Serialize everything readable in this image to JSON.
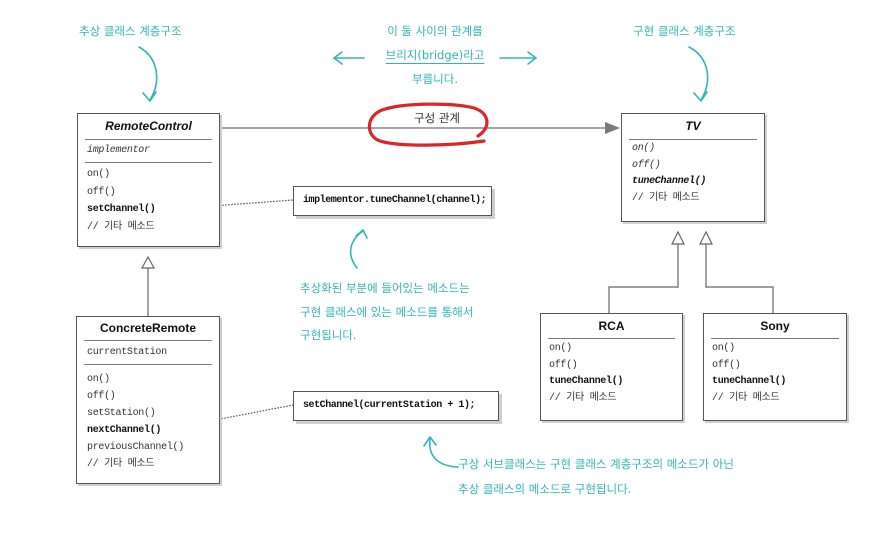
{
  "annotations": {
    "abstraction_hierarchy": "추상 클래스 계층구조",
    "implementation_hierarchy": "구현 클래스 계층구조",
    "bridge": [
      "이 둘 사이의 관계를",
      "브리지(bridge)라고",
      "부릅니다."
    ],
    "delegation": [
      "추상화된 부분에 들어있는 메소드는",
      "구현 클래스에 있는 메소드를 통해서",
      "구현됩니다."
    ],
    "refined_abstraction": [
      "구상 서브클래스는 구현 클래스 계층구조의 메소드가 아닌",
      "추상 클래스의 메소드로 구현됩니다."
    ]
  },
  "relationship": {
    "composition_label": "구성 관계"
  },
  "classes": {
    "remote_control": {
      "name": "RemoteControl",
      "attributes": [
        "implementor"
      ],
      "methods": [
        "on()",
        "off()",
        "setChannel()",
        "// 기타 메소드"
      ]
    },
    "concrete_remote": {
      "name": "ConcreteRemote",
      "attributes": [
        "currentStation"
      ],
      "methods": [
        "on()",
        "off()",
        "setStation()",
        "nextChannel()",
        "previousChannel()",
        "// 기타 메소드"
      ]
    },
    "tv": {
      "name": "TV",
      "methods": [
        "on()",
        "off()",
        "tuneChannel()",
        "// 기타 메소드"
      ]
    },
    "rca": {
      "name": "RCA",
      "methods": [
        "on()",
        "off()",
        "tuneChannel()",
        "// 기타 메소드"
      ]
    },
    "sony": {
      "name": "Sony",
      "methods": [
        "on()",
        "off()",
        "tuneChannel()",
        "// 기타 메소드"
      ]
    }
  },
  "notes": {
    "set_channel": "implementor.tuneChannel(channel);",
    "next_channel": "setChannel(currentStation + 1);"
  },
  "colors": {
    "annotation": "#33b3b8",
    "highlight": "#d8262b",
    "class_border": "#555555",
    "connector": "#888888",
    "text": "#222222"
  }
}
